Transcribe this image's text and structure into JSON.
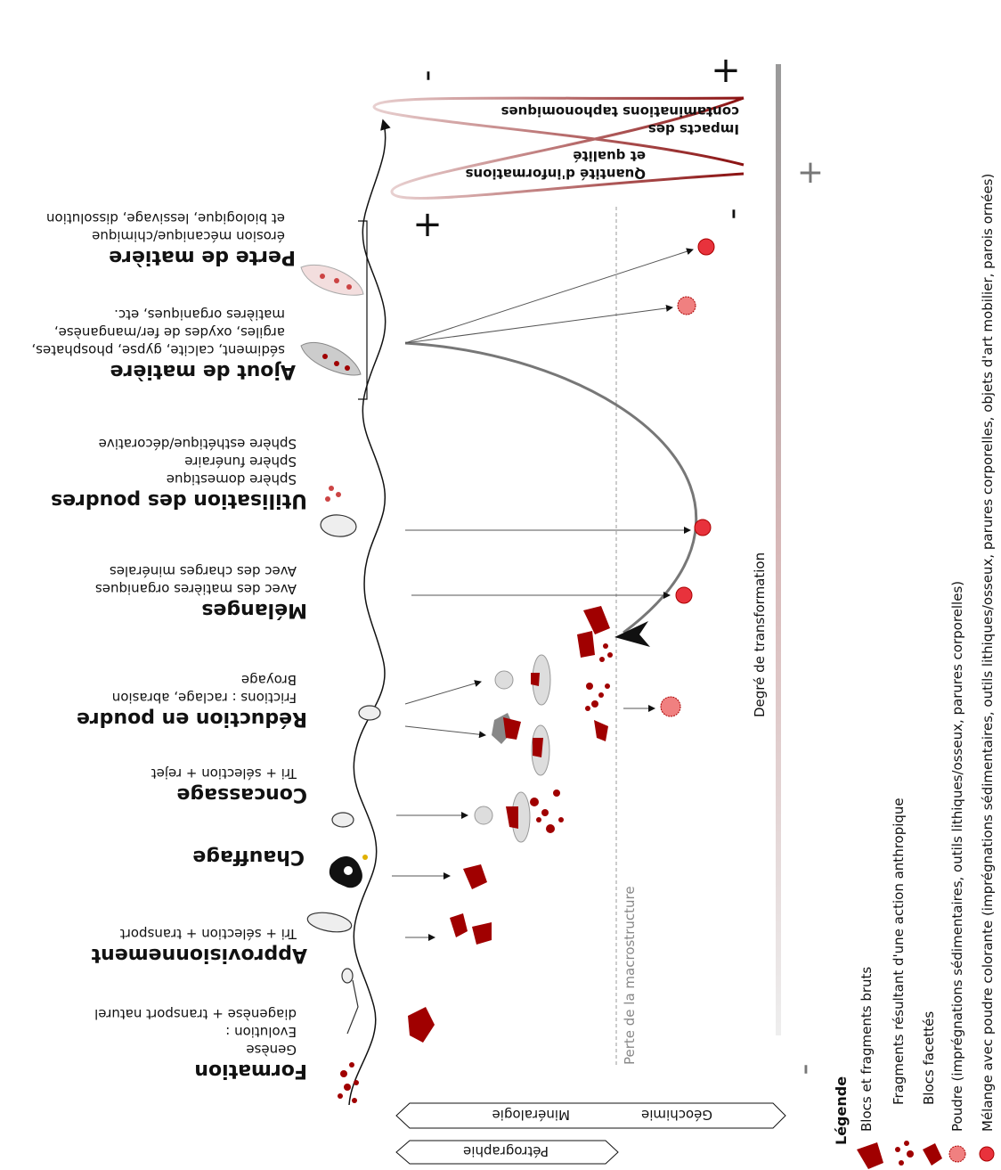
{
  "stages": [
    {
      "title": "Formation",
      "lines": [
        "Genèse",
        "Evolution :",
        "diagenèse + transport naturel"
      ]
    },
    {
      "title": "Approvisionnement",
      "lines": [
        "Tri + sélection + transport"
      ]
    },
    {
      "title": "Chauffage",
      "lines": []
    },
    {
      "title": "Concassage",
      "lines": [
        "Tri + sélection + rejet"
      ]
    },
    {
      "title": "Réduction en poudre",
      "lines": [
        "Frictions : raclage, abrasion",
        "Broyage"
      ]
    },
    {
      "title": "Mélanges",
      "lines": [
        "Avec des matières organiques",
        "Avec des charges minérales"
      ]
    },
    {
      "title": "Utilisation des poudres",
      "lines": [
        "Sphère domestique",
        "Sphère funéraire",
        "Sphère esthétique/décorative"
      ]
    },
    {
      "title": "Ajout de matière",
      "lines": [
        "sédiment, calcite, gypse, phosphates,",
        "argiles, oxydes de fer/manganèse,",
        "matières organiques, etc."
      ]
    },
    {
      "title": "Perte de matière",
      "lines": [
        "érosion mécanique/chimique",
        "et biologique, lessivage, dissolution"
      ]
    }
  ],
  "macro_loss": "Perte de la macrostructure",
  "transformation_label": "Degré de transformation",
  "scale_labels": {
    "plus": "+",
    "minus": "-"
  },
  "quantity_label": [
    "Quantité d'informations",
    "et qualité"
  ],
  "impacts_label": [
    "Impacts des",
    "contaminations taphonomiques"
  ],
  "methods": {
    "geochem": "Géochimie",
    "mineral": "Minéralogie",
    "petro": "Pétrographie"
  },
  "legend": {
    "title": "Légende",
    "items": [
      "Blocs et fragments bruts",
      "Fragments résultant d'une action anthropique",
      "Blocs facettés",
      "Poudre (imprégnations sédimentaires, outils lithiques/osseux, parures corporelles)",
      "Mélange avec poudre colorante (imprégnations sédimentaires, outils lithiques/osseux, parures corporelles, objets d'art mobilier, parois ornées)"
    ]
  },
  "colors": {
    "ochre_dark": "#a00000",
    "ochre_red": "#e8323c",
    "powder": "#f08080",
    "grey": "#bbbbbb"
  }
}
